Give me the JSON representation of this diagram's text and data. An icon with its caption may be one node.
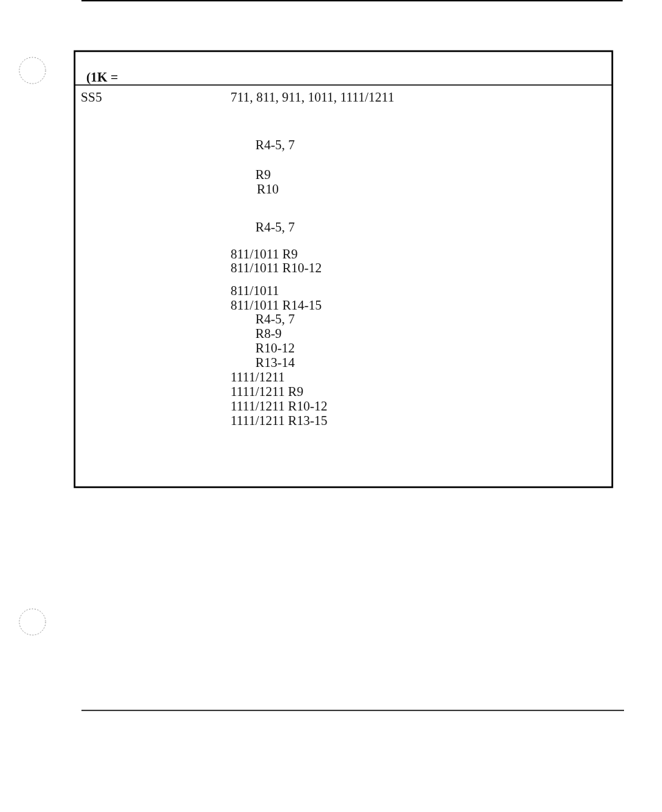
{
  "diagram": {
    "labels": [
      "(1K =",
      "SS5",
      "711, 811, 911, 1011, 1111/1211",
      "R4-5, 7",
      "R9",
      "R10",
      "R4-5, 7",
      "811/1011 R9",
      "811/1011 R10-12",
      "811/1011",
      "811/1011 R14-15",
      "R4-5, 7",
      "R8-9",
      "R10-12",
      "R13-14",
      "1111/1211",
      "1111/1211 R9",
      "1111/1211 R10-12",
      "1111/1211 R13-15"
    ]
  }
}
